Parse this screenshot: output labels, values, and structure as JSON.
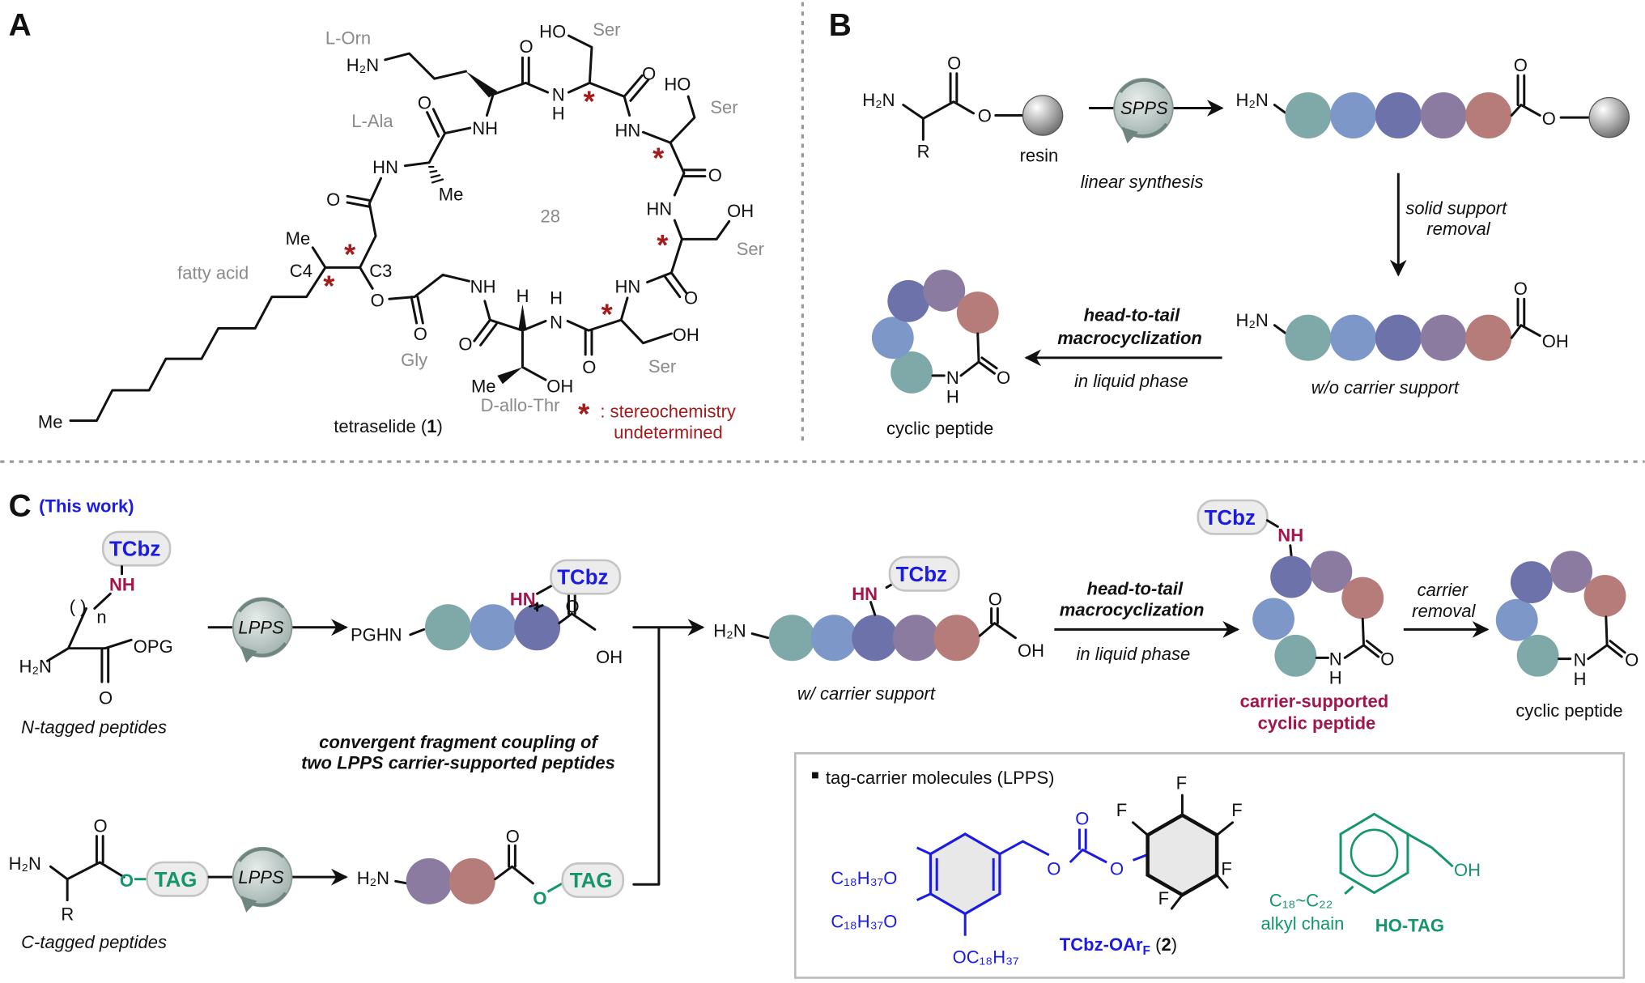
{
  "panels": {
    "a": "A",
    "b": "B",
    "c": "C"
  },
  "colors": {
    "bead": [
      "#7fa9a8",
      "#7c97c8",
      "#6e72aa",
      "#8b7ba1",
      "#b67c7a"
    ],
    "stereo_marker": "#a31b1b",
    "tcbz": "#1c1ce0",
    "tag": "#15966a",
    "carrier_supported": "#a3154d"
  },
  "panel_a": {
    "residues": [
      "L-Orn",
      "L-Ala",
      "Ser",
      "Ser",
      "Ser",
      "Ser",
      "Gly",
      "D-allo-Thr",
      "fatty acid"
    ],
    "ring_size": "28",
    "carbon_labels": [
      "C4",
      "C3"
    ],
    "atoms": [
      "H₂N",
      "O",
      "N",
      "H",
      "HO",
      "O",
      "HN",
      "HO",
      "O",
      "HN",
      "OH",
      "O",
      "HN",
      "OH",
      "O",
      "N",
      "H",
      "H",
      "Me",
      "OH",
      "O",
      "NH",
      "O",
      "O",
      "Me",
      "Me",
      "O",
      "HN",
      "Me",
      "O",
      "NH"
    ],
    "stereo_symbol": "*",
    "compound_name": "tetraselide (",
    "compound_number": "1",
    "compound_close": ")",
    "legend_line1": ": stereochemistry",
    "legend_line2": "undetermined"
  },
  "panel_b": {
    "start_atoms": [
      "H₂N",
      "R",
      "O",
      "O"
    ],
    "resin_label": "resin",
    "cycle_label": "SPPS",
    "step1_label": "linear synthesis",
    "chain_atoms": [
      "H₂N",
      "O",
      "O"
    ],
    "step2_line1": "solid support",
    "step2_line2": "removal",
    "free_atoms": [
      "H₂N",
      "O",
      "OH"
    ],
    "free_label": "w/o carrier support",
    "step3_line1": "head-to-tail",
    "step3_line2": "macrocyclization",
    "step3_line3": "in liquid phase",
    "cyclic_atoms": [
      "N",
      "H",
      "O"
    ],
    "cyclic_label": "cyclic peptide"
  },
  "panel_c": {
    "this_work": "(This work)",
    "n_tag": {
      "tag": "TCbz",
      "nh": "NH",
      "n": "n",
      "atoms": [
        "H₂N",
        "OPG",
        "O"
      ],
      "label": "N-tagged peptides"
    },
    "cycle_label": "LPPS",
    "n_fragment": {
      "pg": "PGHN",
      "hn": "HN",
      "tag": "TCbz",
      "atoms": [
        "O",
        "OH"
      ]
    },
    "coupling_line1": "convergent fragment coupling of",
    "coupling_line2": "two LPPS carrier-supported peptides",
    "c_tag": {
      "atoms": [
        "H₂N",
        "O",
        "O",
        "R"
      ],
      "tag": "TAG",
      "label": "C-tagged peptides"
    },
    "c_fragment": {
      "atoms": [
        "H₂N",
        "O",
        "O"
      ],
      "tag": "TAG"
    },
    "linear": {
      "atoms": [
        "H₂N",
        "O",
        "OH"
      ],
      "hn": "HN",
      "tag": "TCbz",
      "label": "w/ carrier support"
    },
    "step_line1": "head-to-tail",
    "step_line2": "macrocyclization",
    "step_line3": "in liquid phase",
    "supported": {
      "tag": "TCbz",
      "nh": "NH",
      "atoms": [
        "N",
        "H",
        "O"
      ],
      "line1": "carrier-supported",
      "line2": "cyclic peptide"
    },
    "removal_line1": "carrier",
    "removal_line2": "removal",
    "final": {
      "atoms": [
        "N",
        "H",
        "O"
      ],
      "label": "cyclic peptide"
    },
    "box": {
      "title": "tag-carrier molecules (LPPS)",
      "tcbz_atoms": [
        "C₁₈H₃₇O",
        "C₁₈H₃₇O",
        "OC₁₈H₃₇",
        "O",
        "O",
        "O",
        "F",
        "F",
        "F",
        "F",
        "F"
      ],
      "tcbz_name": "TCbz-OAr",
      "tcbz_sub": "F",
      "tcbz_num_open": " (",
      "tcbz_num": "2",
      "tcbz_num_close": ")",
      "tag_atoms": [
        "OH"
      ],
      "alkyl_range": "C₁₈~C₂₂",
      "alkyl_label": "alkyl chain",
      "tag_name": "HO-TAG"
    }
  }
}
